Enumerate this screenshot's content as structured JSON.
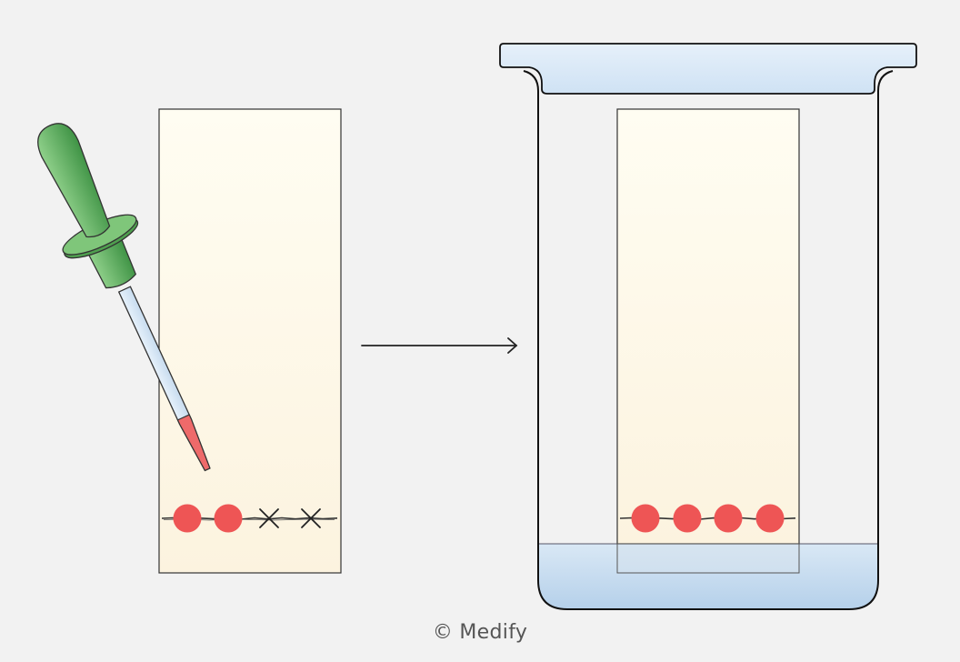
{
  "copyright": "© Medify",
  "colors": {
    "background": "#f2f2f2",
    "paper": "#fdf7e6",
    "sample_spot": "#ee5555",
    "dropper_green": "#5caa5a",
    "solvent_blue": "#c5dcef",
    "lid_blue": "#dce9f6",
    "outline": "#222222"
  },
  "left_paper": {
    "spots": [
      "spot",
      "spot",
      "cross",
      "cross"
    ]
  },
  "right_paper": {
    "spots": [
      "spot",
      "spot",
      "spot",
      "spot"
    ]
  },
  "icons": {
    "dropper": "pipette-icon",
    "arrow": "arrow-right-icon",
    "spot_mark": "dot-icon",
    "cross_mark": "cross-icon"
  }
}
